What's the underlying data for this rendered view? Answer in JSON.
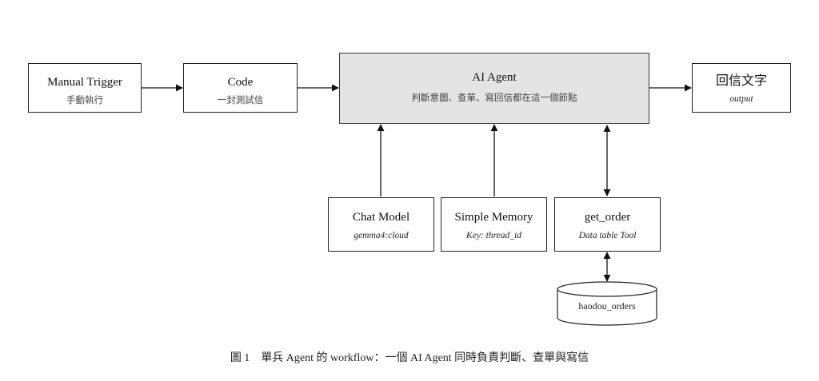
{
  "nodes": {
    "manual_trigger": {
      "title": "Manual Trigger",
      "subtitle": "手動執行"
    },
    "code": {
      "title": "Code",
      "subtitle": "一封測試信"
    },
    "ai_agent": {
      "title": "AI Agent",
      "subtitle": "判斷意圖、查單、寫回信都在這一個節點"
    },
    "reply_text": {
      "title": "回信文字",
      "subtitle": "output"
    },
    "chat_model": {
      "title": "Chat Model",
      "subtitle": "gemma4:cloud"
    },
    "simple_memory": {
      "title": "Simple Memory",
      "subtitle": "Key: thread_id"
    },
    "get_order": {
      "title": "get_order",
      "subtitle": "Data table Tool"
    },
    "database": {
      "label": "haodou_orders"
    }
  },
  "caption": {
    "number": "圖 1",
    "text": "單兵 Agent 的 workflow：一個 AI Agent 同時負責判斷、查單與寫信"
  },
  "colors": {
    "agent_fill": "#e4e4e4",
    "stroke": "#222222"
  }
}
